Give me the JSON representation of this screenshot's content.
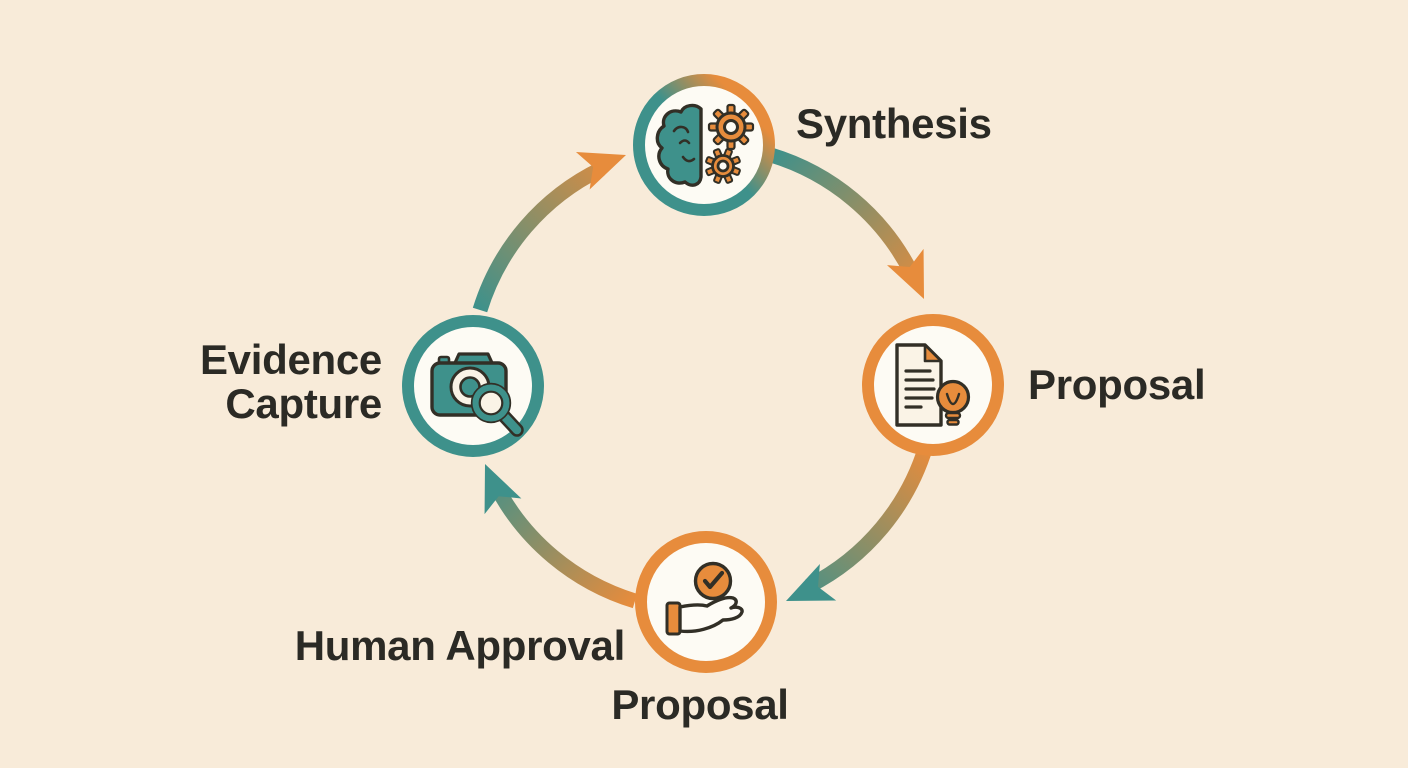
{
  "diagram": {
    "type": "cycle-diagram",
    "colors": {
      "bg": "#f8ebd9",
      "teal": "#3e918b",
      "orange": "#e78c3c",
      "outline": "#322f26",
      "text": "#2b2a25",
      "node-fill": "#fdfbf4",
      "paper": "#faf3e6"
    },
    "nodes": [
      {
        "id": "synthesis",
        "label": "Synthesis",
        "icon": "brain-gears-icon",
        "ring_color": "teal-orange-gradient",
        "label_side": "right"
      },
      {
        "id": "proposal",
        "label": "Proposal",
        "icon": "document-lightbulb-icon",
        "ring_color": "orange",
        "label_side": "right"
      },
      {
        "id": "human-approval",
        "label": "Human Approval",
        "sublabel": "Proposal",
        "icon": "hand-check-icon",
        "ring_color": "orange",
        "label_side": "left-and-below"
      },
      {
        "id": "evidence-capture",
        "label": "Evidence Capture",
        "icon": "camera-magnifier-icon",
        "ring_color": "teal",
        "label_side": "left"
      }
    ],
    "edges": [
      {
        "from": "evidence-capture",
        "to": "synthesis",
        "style": "curved-arrow",
        "gradient": "teal-to-orange"
      },
      {
        "from": "synthesis",
        "to": "proposal",
        "style": "curved-arrow",
        "gradient": "teal-to-orange"
      },
      {
        "from": "proposal",
        "to": "human-approval",
        "style": "curved-arrow",
        "gradient": "orange-to-teal"
      },
      {
        "from": "human-approval",
        "to": "evidence-capture",
        "style": "curved-arrow",
        "gradient": "orange-to-teal"
      }
    ]
  }
}
